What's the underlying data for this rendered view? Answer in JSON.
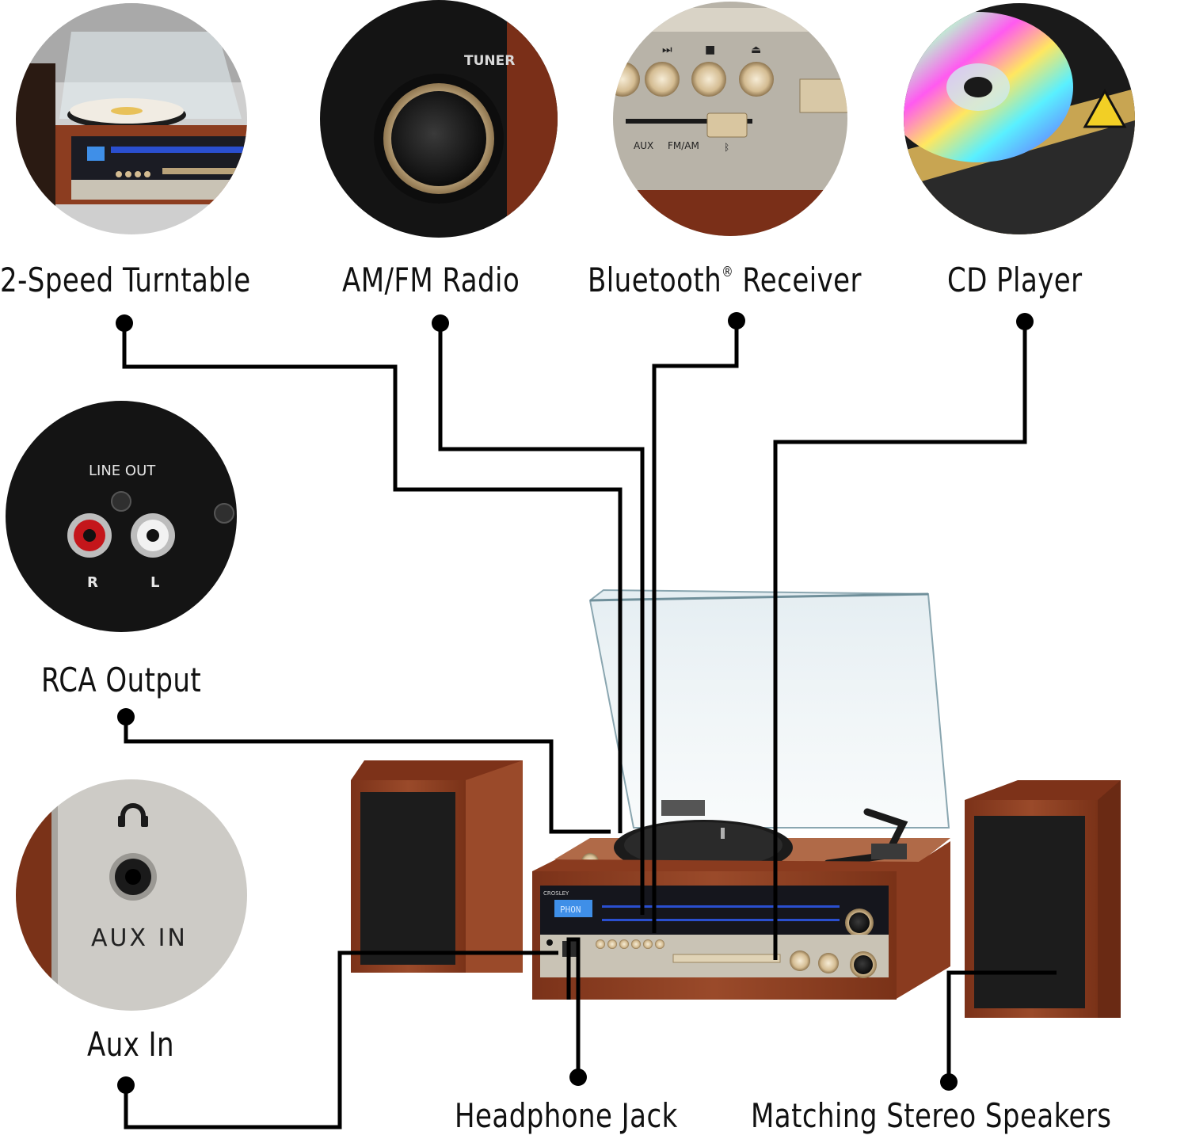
{
  "features": {
    "turntable": "2-Speed Turntable",
    "radio": "AM/FM Radio",
    "bluetooth": "Bluetooth",
    "bluetooth_mark": "®",
    "bluetooth_suffix": "Receiver",
    "cd": "CD Player",
    "rca": "RCA Output",
    "aux": "Aux In",
    "headphone": "Headphone Jack",
    "speakers": "Matching Stereo Speakers"
  },
  "inset_text": {
    "tuner": "TUNER",
    "line_out": "LINE OUT",
    "right": "R",
    "left": "L",
    "aux_in": "AUX IN",
    "aux_small": "AUX",
    "fm_am": "FM/AM",
    "brand": "CROSLEY",
    "display": "PHON"
  },
  "colors": {
    "wood": "#8a3e22",
    "wood_dark": "#5e2412",
    "panel": "#c9c3b5",
    "gold": "#c8b089",
    "leader": "#000000",
    "dial_blue": "#2a4fd0"
  }
}
